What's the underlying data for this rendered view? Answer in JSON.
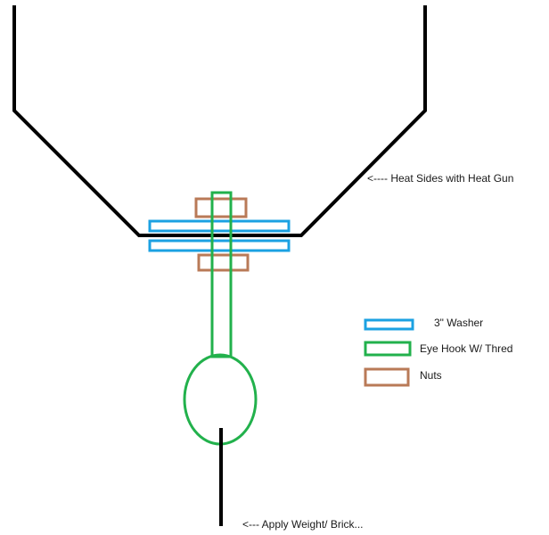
{
  "annotations": {
    "heat_note": "<---- Heat Sides with Heat Gun",
    "weight_note": "<--- Apply Weight/ Brick..."
  },
  "legend": {
    "items": [
      {
        "key": "washer",
        "label": "3\" Washer",
        "color": "#1ba1e2"
      },
      {
        "key": "eye_hook",
        "label": "Eye Hook W/ Thred",
        "color": "#22b14c"
      },
      {
        "key": "nuts",
        "label": "Nuts",
        "color": "#b97a57"
      }
    ]
  },
  "colors": {
    "outline": "#000000",
    "washer": "#1ba1e2",
    "eye_hook": "#22b14c",
    "nuts": "#b97a57"
  }
}
